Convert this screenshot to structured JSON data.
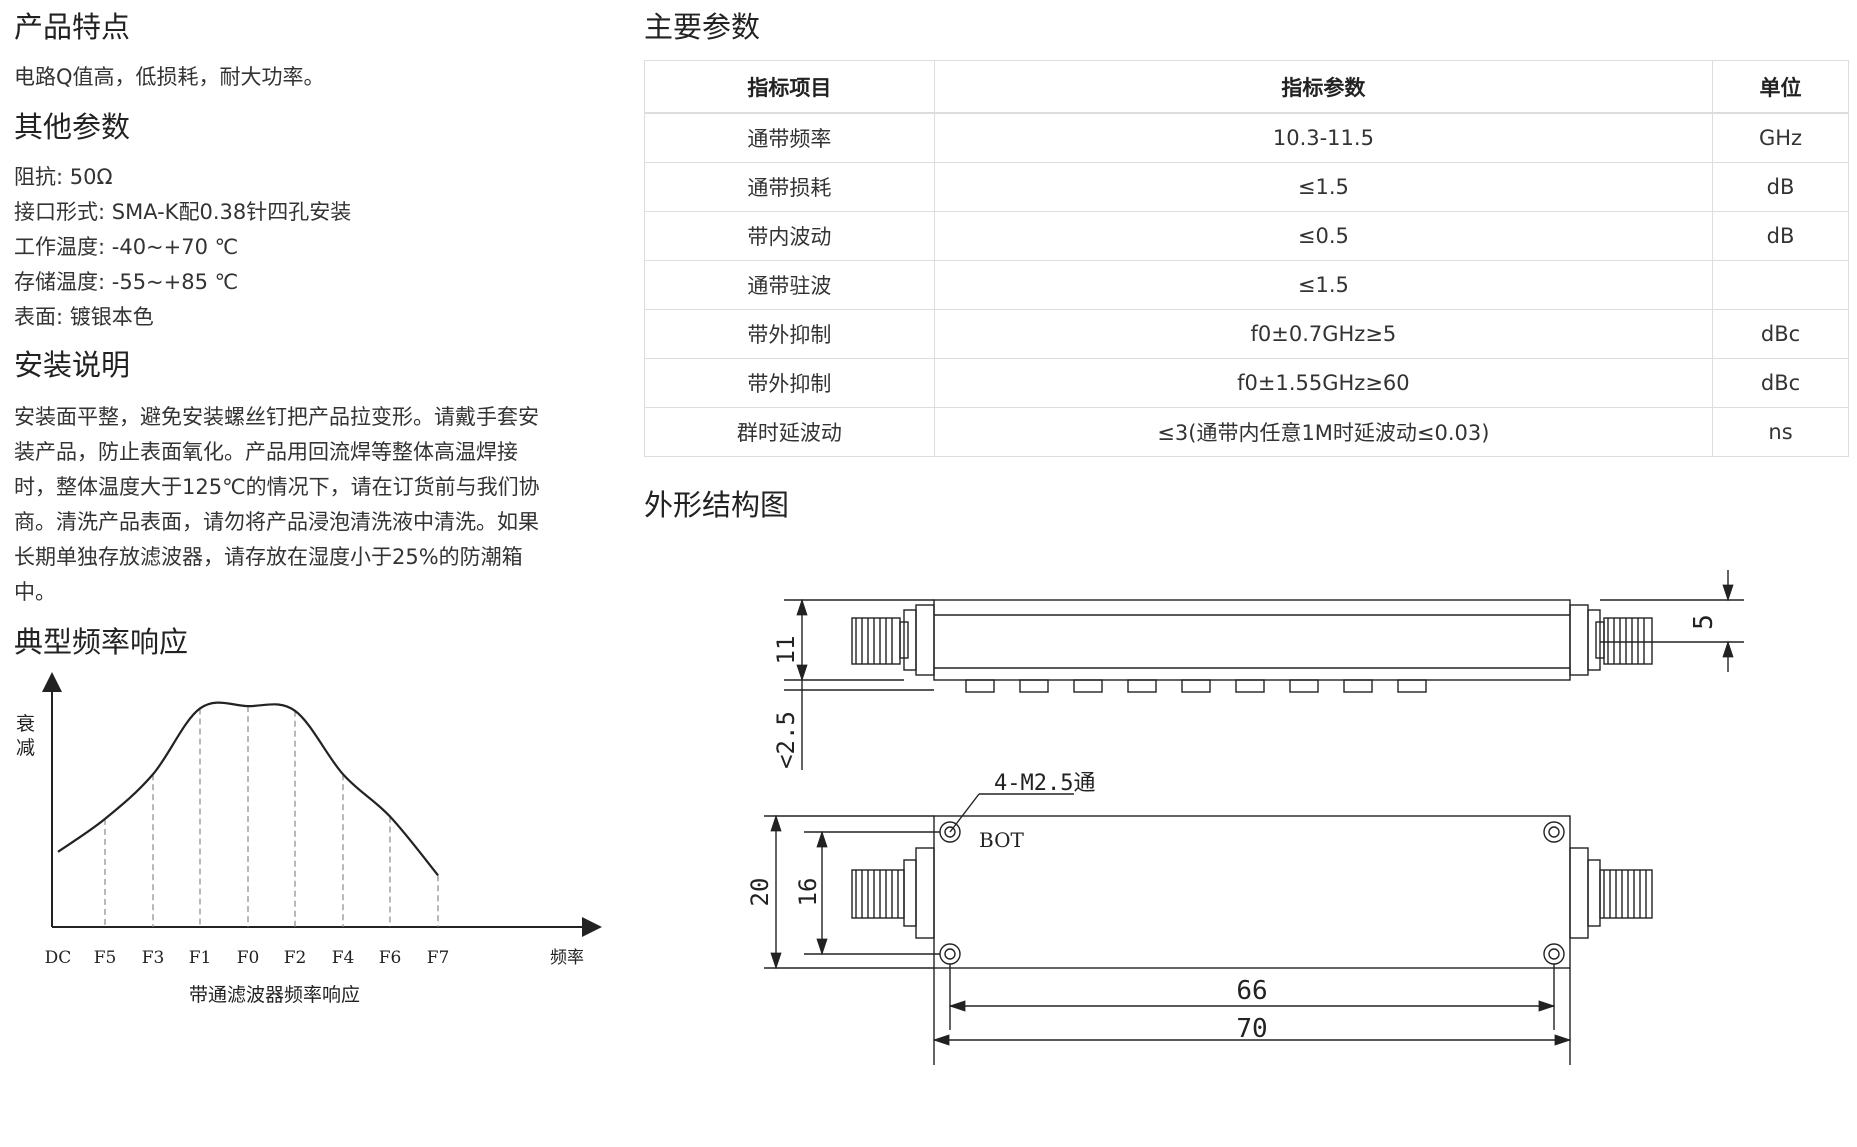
{
  "left": {
    "features_title": "产品特点",
    "features_text": "电路Q值高，低损耗，耐大功率。",
    "other_title": "其他参数",
    "other_items": [
      "阻抗: 50Ω",
      "接口形式: SMA-K配0.38针四孔安装",
      "工作温度: -40~+70 ℃",
      "存储温度: -55~+85 ℃",
      "表面: 镀银本色"
    ],
    "install_title": "安装说明",
    "install_lines": [
      "安装面平整，避免安装螺丝钉把产品拉变形。请戴手套安",
      "装产品，防止表面氧化。产品用回流焊等整体高温焊接",
      "时，整体温度大于125℃的情况下，请在订货前与我们协",
      "商。清洗产品表面，请勿将产品浸泡清洗液中清洗。如果",
      "长期单独存放滤波器，请存放在湿度小于25%的防潮箱",
      "中。"
    ],
    "response_title": "典型频率响应"
  },
  "chart_data": {
    "type": "line",
    "title": "带通滤波器频率响应",
    "xlabel": "频率",
    "ylabel": "衰减",
    "categories": [
      "DC",
      "F5",
      "F3",
      "F1",
      "F0",
      "F2",
      "F4",
      "F6",
      "F7"
    ],
    "series": [
      {
        "values": [
          0.32,
          0.46,
          0.65,
          0.93,
          0.94,
          0.92,
          0.65,
          0.47,
          0.22
        ]
      }
    ],
    "grid": "dashed verticals at F5–F7"
  },
  "right": {
    "main_title": "主要参数",
    "table": {
      "headers": [
        "指标项目",
        "指标参数",
        "单位"
      ],
      "rows": [
        [
          "通带频率",
          "10.3-11.5",
          "GHz"
        ],
        [
          "通带损耗",
          "≤1.5",
          "dB"
        ],
        [
          "带内波动",
          "≤0.5",
          "dB"
        ],
        [
          "通带驻波",
          "≤1.5",
          ""
        ],
        [
          "带外抑制",
          "f0±0.7GHz≥5",
          "dBc"
        ],
        [
          "带外抑制",
          "f0±1.55GHz≥60",
          "dBc"
        ],
        [
          "群时延波动",
          "≤3(通带内任意1M时延波动≤0.03)",
          "ns"
        ]
      ]
    },
    "outline_title": "外形结构图",
    "dims": {
      "d11": "11",
      "d25": "<2.5",
      "d5": "5",
      "hole": "4-M2.5通",
      "bot": "BOT",
      "d20": "20",
      "d16": "16",
      "d66": "66",
      "d70": "70"
    }
  }
}
